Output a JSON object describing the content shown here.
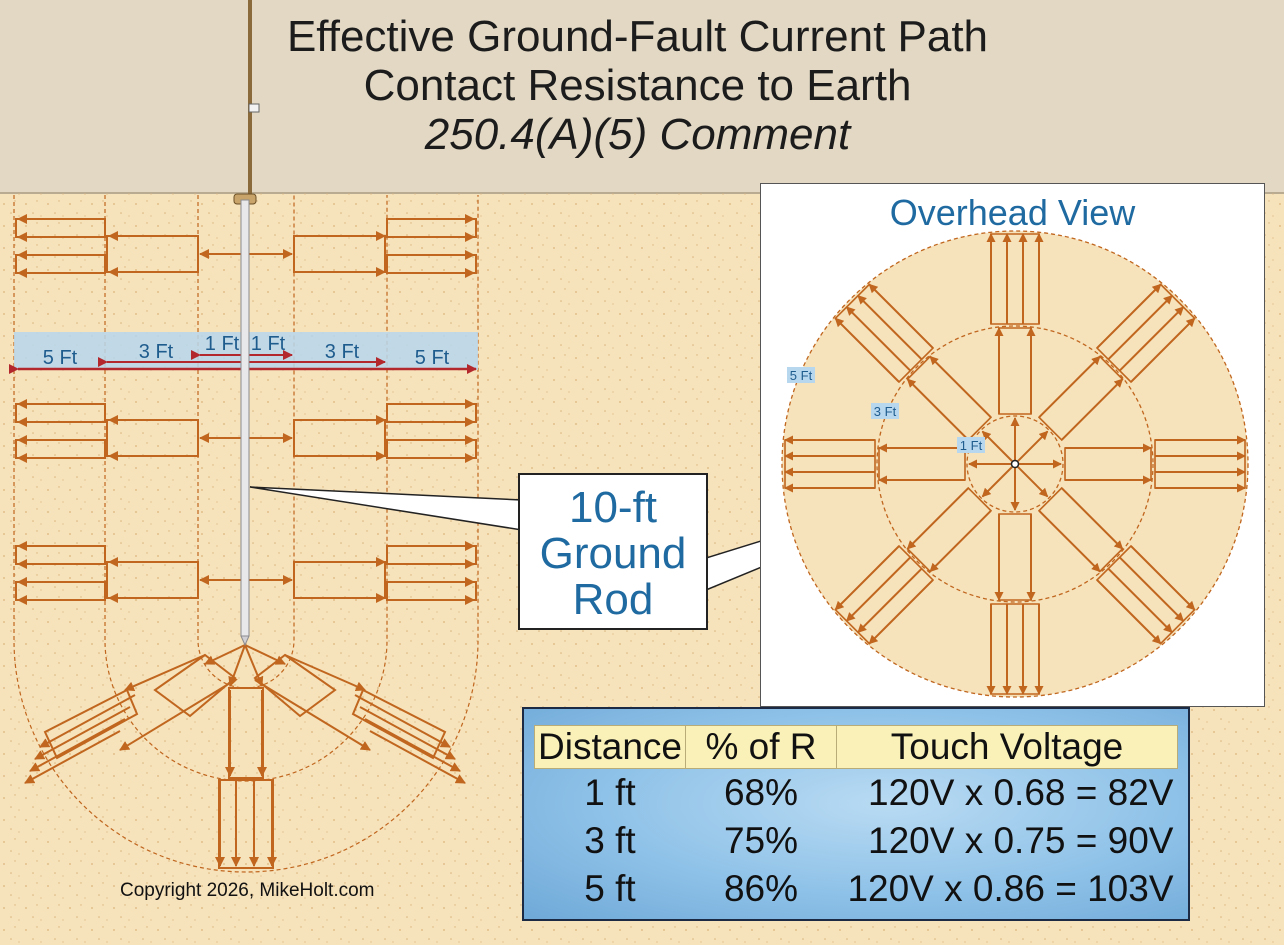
{
  "title": {
    "line1": "Effective Ground-Fault Current Path",
    "line2": "Contact Resistance to Earth",
    "line3": "250.4(A)(5) Comment"
  },
  "side_view": {
    "distance_labels": [
      "5 Ft",
      "3 Ft",
      "1 Ft",
      "1 Ft",
      "3 Ft",
      "5 Ft"
    ]
  },
  "callout": {
    "line1": "10-ft",
    "line2": "Ground",
    "line3": "Rod"
  },
  "overhead": {
    "title": "Overhead View",
    "labels": [
      "5 Ft",
      "3 Ft",
      "1 Ft"
    ]
  },
  "table": {
    "headers": [
      "Distance",
      "% of R",
      "Touch Voltage"
    ],
    "rows": [
      [
        "1 ft",
        "68%",
        "120V x 0.68 =  82V"
      ],
      [
        "3 ft",
        "75%",
        "120V x 0.75 =  90V"
      ],
      [
        "5 ft",
        "86%",
        "120V x 0.86 = 103V"
      ]
    ]
  },
  "copyright": "Copyright 2026, MikeHolt.com",
  "colors": {
    "soil": "#f6e2bb",
    "sky": "#e2d8c4",
    "arrow": "#c0661e",
    "dimension": "#b3282d",
    "label_blue": "#1f6aa0",
    "table_bg": "#8fc2e8",
    "table_header": "#f9f1b7"
  }
}
